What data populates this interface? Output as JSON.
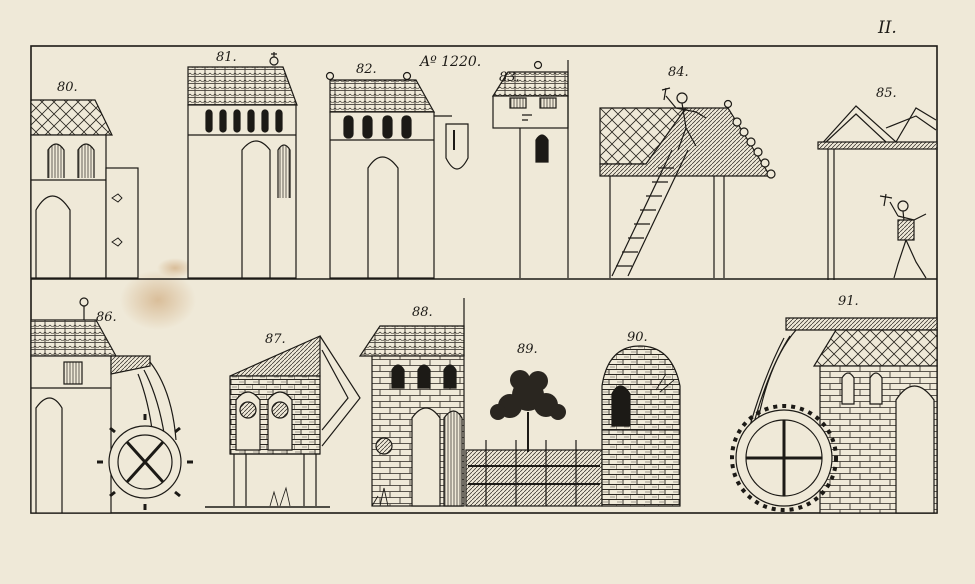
{
  "plate": {
    "number": "II.",
    "date_inscription": "Aº 1220."
  },
  "figures": [
    {
      "label": "80."
    },
    {
      "label": "81."
    },
    {
      "label": "82."
    },
    {
      "label": "83."
    },
    {
      "label": "84."
    },
    {
      "label": "85."
    },
    {
      "label": "86."
    },
    {
      "label": "87."
    },
    {
      "label": "88."
    },
    {
      "label": "89."
    },
    {
      "label": "90."
    },
    {
      "label": "91."
    }
  ],
  "colors": {
    "paper": "#efe9d8",
    "ink": "#1c1a16",
    "stain": "#c79a66"
  }
}
